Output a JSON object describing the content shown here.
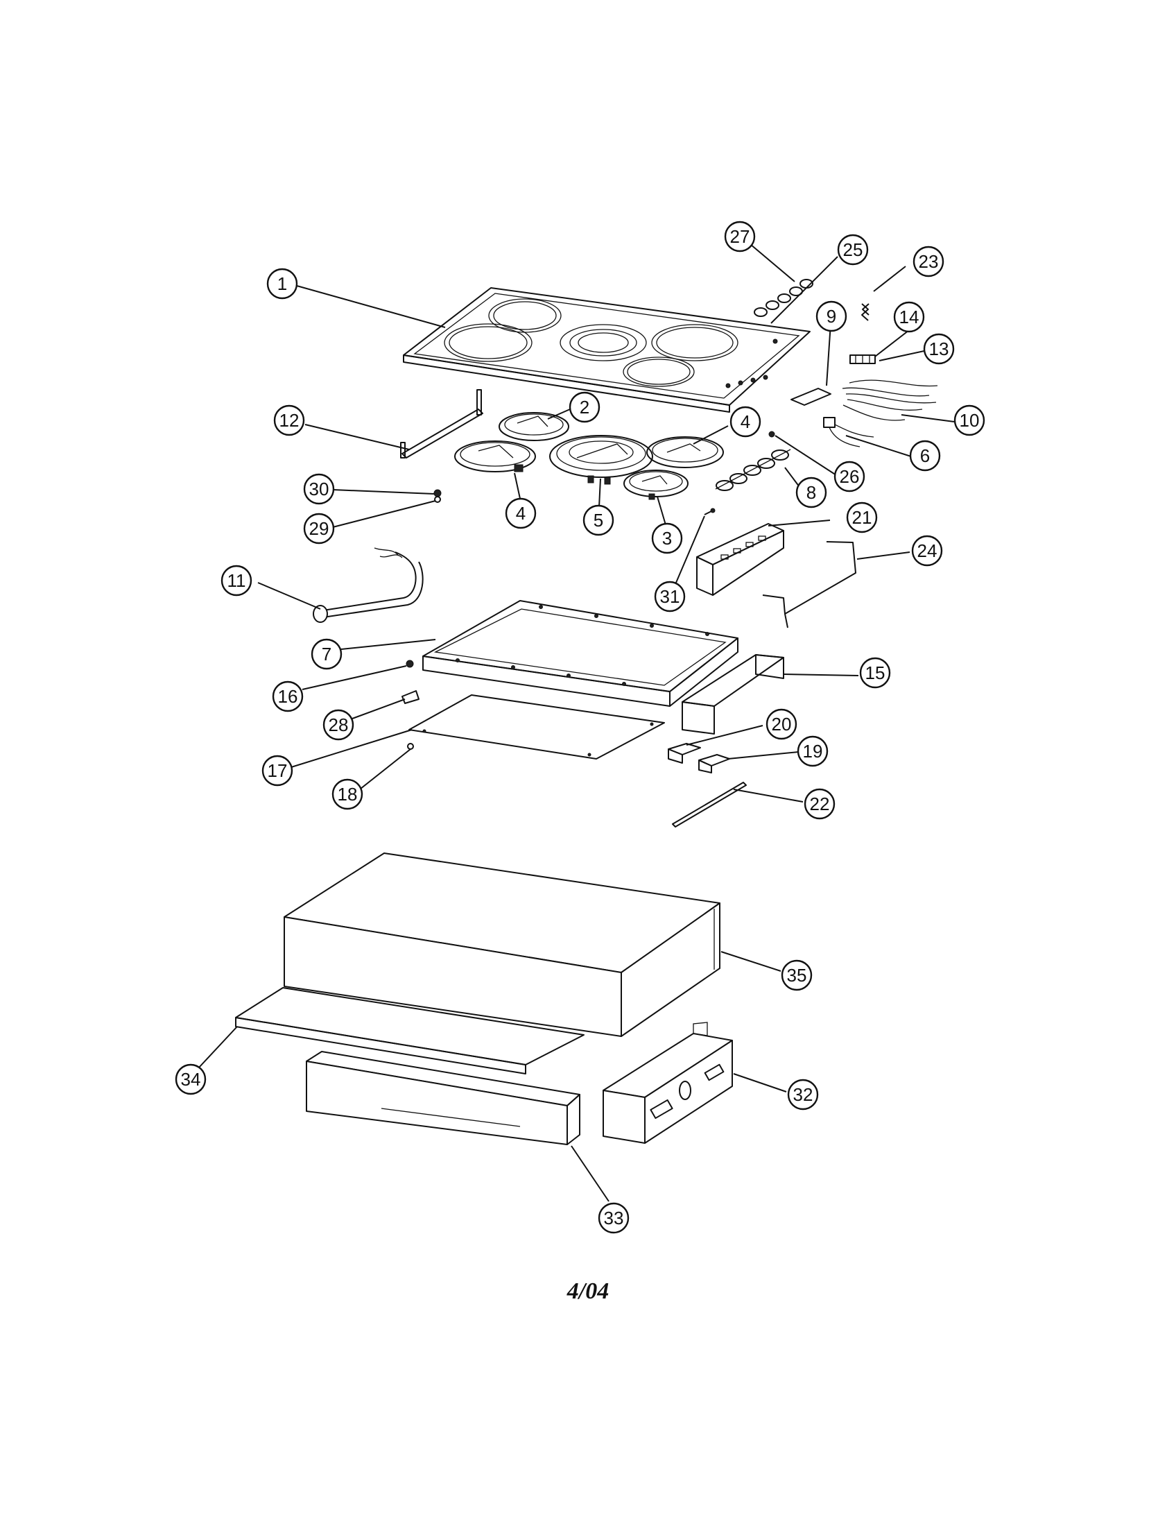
{
  "footer": {
    "code": "4/04"
  },
  "callouts": [
    {
      "id": "c1",
      "label": "1"
    },
    {
      "id": "c2",
      "label": "2"
    },
    {
      "id": "c3",
      "label": "3"
    },
    {
      "id": "c4a",
      "label": "4"
    },
    {
      "id": "c4b",
      "label": "4"
    },
    {
      "id": "c5",
      "label": "5"
    },
    {
      "id": "c6",
      "label": "6"
    },
    {
      "id": "c7",
      "label": "7"
    },
    {
      "id": "c8",
      "label": "8"
    },
    {
      "id": "c9",
      "label": "9"
    },
    {
      "id": "c10",
      "label": "10"
    },
    {
      "id": "c11",
      "label": "11"
    },
    {
      "id": "c12",
      "label": "12"
    },
    {
      "id": "c13",
      "label": "13"
    },
    {
      "id": "c14",
      "label": "14"
    },
    {
      "id": "c15",
      "label": "15"
    },
    {
      "id": "c16",
      "label": "16"
    },
    {
      "id": "c17",
      "label": "17"
    },
    {
      "id": "c18",
      "label": "18"
    },
    {
      "id": "c19",
      "label": "19"
    },
    {
      "id": "c20",
      "label": "20"
    },
    {
      "id": "c21",
      "label": "21"
    },
    {
      "id": "c22",
      "label": "22"
    },
    {
      "id": "c23",
      "label": "23"
    },
    {
      "id": "c24",
      "label": "24"
    },
    {
      "id": "c25",
      "label": "25"
    },
    {
      "id": "c26",
      "label": "26"
    },
    {
      "id": "c27",
      "label": "27"
    },
    {
      "id": "c28",
      "label": "28"
    },
    {
      "id": "c29",
      "label": "29"
    },
    {
      "id": "c30",
      "label": "30"
    },
    {
      "id": "c31",
      "label": "31"
    },
    {
      "id": "c32",
      "label": "32"
    },
    {
      "id": "c33",
      "label": "33"
    },
    {
      "id": "c34",
      "label": "34"
    },
    {
      "id": "c35",
      "label": "35"
    }
  ]
}
